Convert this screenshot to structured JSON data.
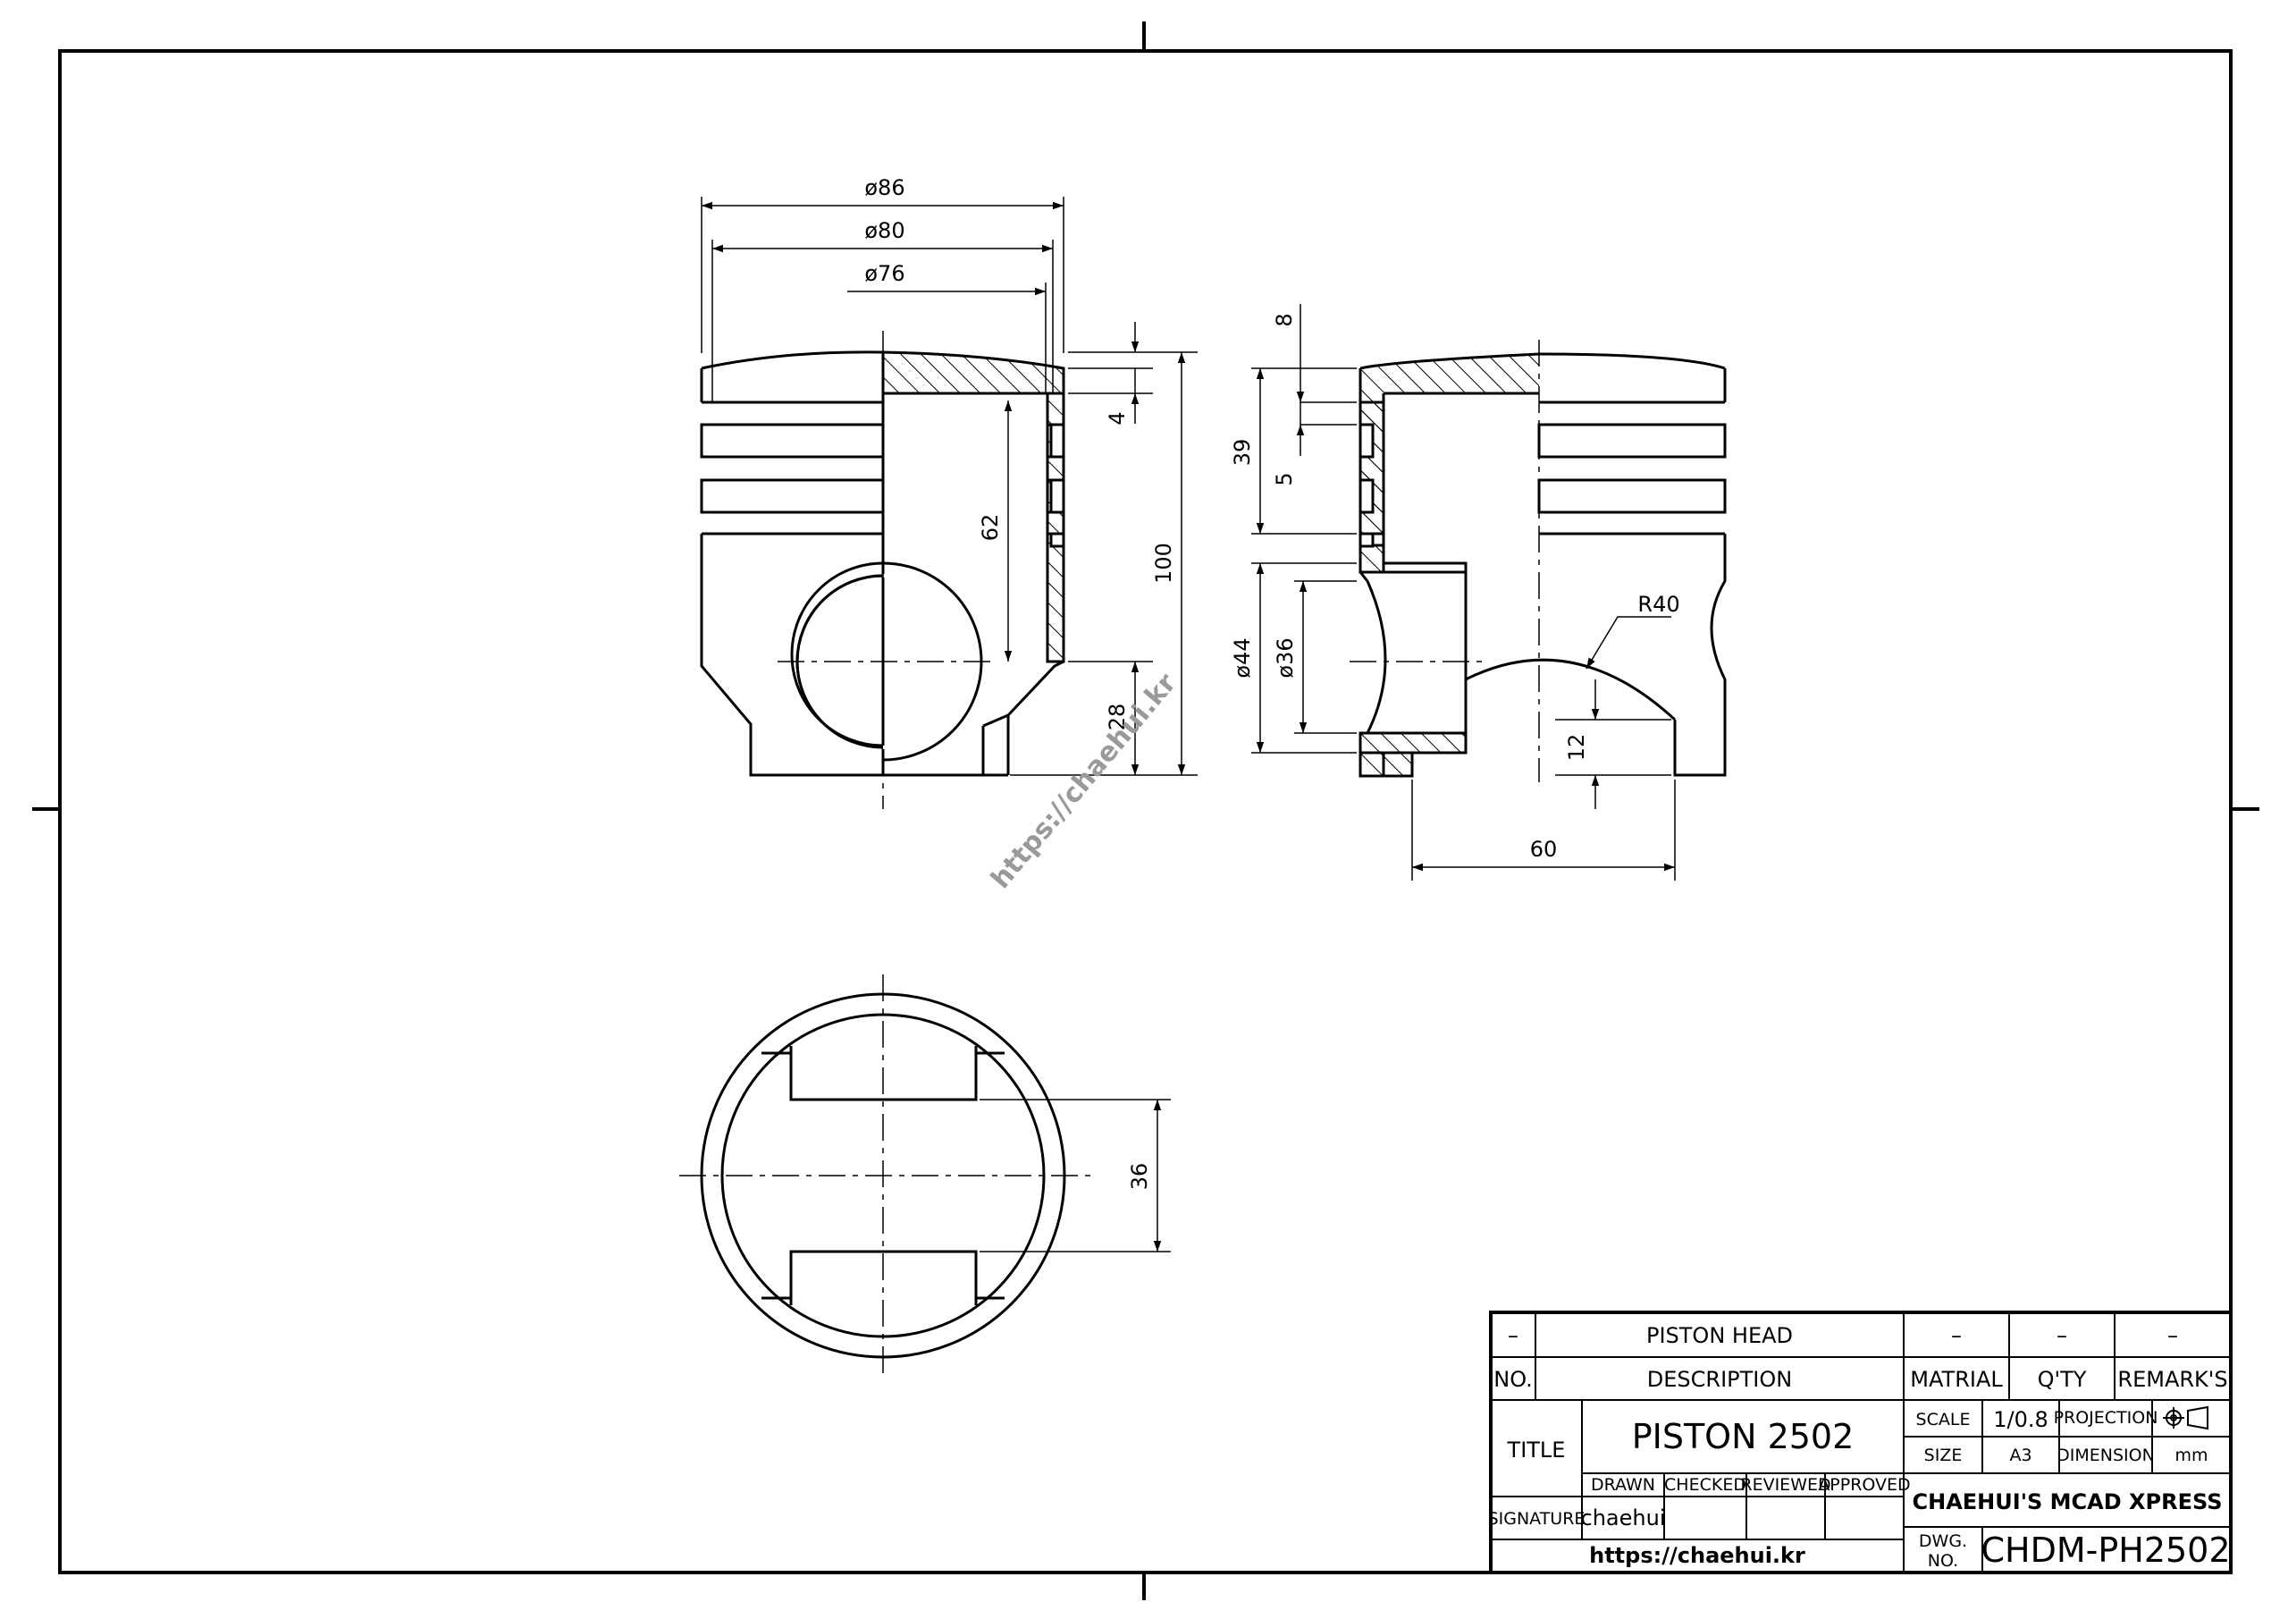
{
  "dimensions": {
    "d86": "ø86",
    "d80": "ø80",
    "d76": "ø76",
    "d4": "4",
    "d62": "62",
    "d100": "100",
    "d28": "28",
    "d8": "8",
    "d39": "39",
    "d5": "5",
    "d44": "ø44",
    "d36": "ø36",
    "r40": "R40",
    "d12": "12",
    "d60": "60",
    "d36b": "36"
  },
  "watermark": "https://chaehui.kr",
  "title_block": {
    "row1": {
      "no": "–",
      "description": "PISTON HEAD",
      "material": "–",
      "qty": "–",
      "remarks": "–"
    },
    "header": {
      "no": "NO.",
      "description": "DESCRIPTION",
      "material": "MATRIAL",
      "qty": "Q'TY",
      "remarks": "REMARK'S"
    },
    "title_label": "TITLE",
    "title": "PISTON 2502",
    "scale_label": "SCALE",
    "scale": "1/0.8",
    "projection_label": "PROJECTION",
    "size_label": "SIZE",
    "size": "A3",
    "dimension_label": "DIMENSION",
    "dimension_unit": "mm",
    "drawn": "DRAWN",
    "checked": "CHECKED",
    "reviewed": "REVIEWED",
    "approved": "APPROVED",
    "signature_label": "SIGNATURE",
    "signature": "chaehui",
    "company": "CHAEHUI'S MCAD XPRESS",
    "url": "https://chaehui.kr",
    "dwg_no_label_1": "DWG.",
    "dwg_no_label_2": "NO.",
    "dwg_no": "CHDM-PH2502"
  },
  "colors": {
    "line": "#000000",
    "background": "#ffffff"
  }
}
